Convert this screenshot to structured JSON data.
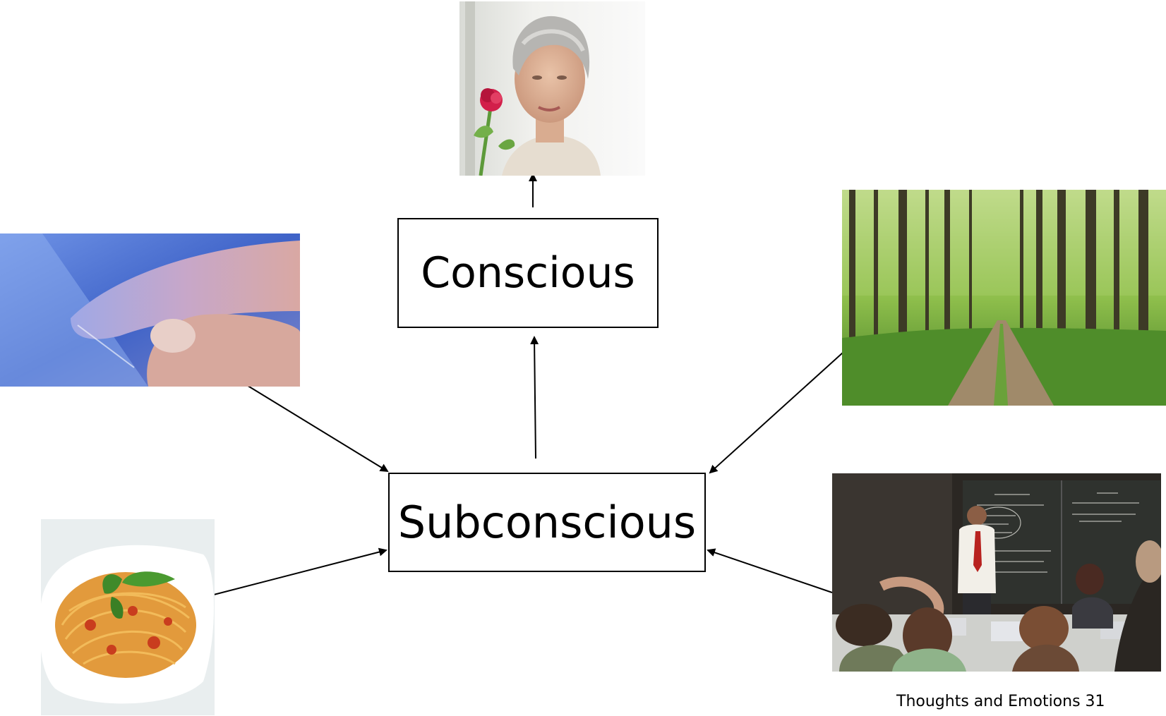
{
  "diagram": {
    "top_box_label": "Conscious",
    "center_box_label": "Subconscious",
    "caption": "Thoughts and Emotions 31"
  },
  "images": [
    {
      "name": "woman-smelling-rose-photo",
      "depicts": "smell"
    },
    {
      "name": "finger-touching-screen-photo",
      "depicts": "touch"
    },
    {
      "name": "forest-path-photo",
      "depicts": "sight"
    },
    {
      "name": "spaghetti-bowl-photo",
      "depicts": "taste"
    },
    {
      "name": "classroom-lecture-photo",
      "depicts": "hearing"
    }
  ],
  "colors": {
    "line": "#000000",
    "box_border": "#000000",
    "background": "#ffffff"
  }
}
